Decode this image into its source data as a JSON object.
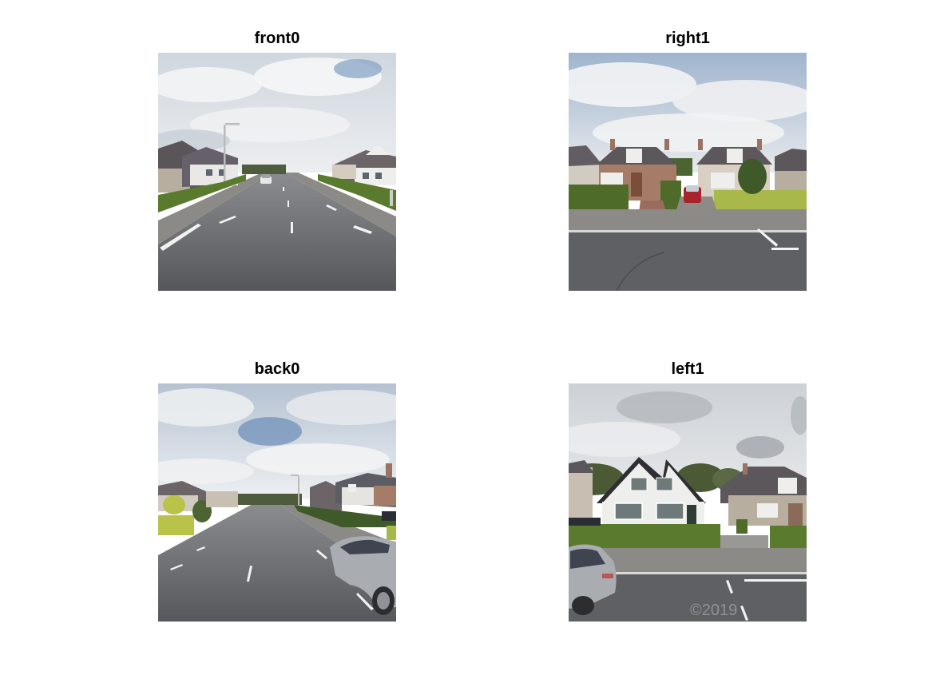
{
  "figure": {
    "panels": [
      {
        "id": "front",
        "title": "front0",
        "view": "front"
      },
      {
        "id": "right",
        "title": "right1",
        "view": "right"
      },
      {
        "id": "back",
        "title": "back0",
        "view": "back"
      },
      {
        "id": "left",
        "title": "left1",
        "view": "left"
      }
    ],
    "watermark": "©2019"
  },
  "colors": {
    "sky": "#dfe3e8",
    "sky_blue": "#8fa9c8",
    "cloud": "#f2f3f4",
    "road": "#5e6064",
    "road_light": "#77797c",
    "pavement": "#8c8a86",
    "hedge": "#5a7a2e",
    "hedge_light": "#a8b84a",
    "roof": "#5a5558",
    "wall": "#d9cfc2",
    "wall_white": "#eeeeec",
    "brick": "#a57c68",
    "car_silver": "#a9adb2",
    "car_red": "#a8242c"
  }
}
